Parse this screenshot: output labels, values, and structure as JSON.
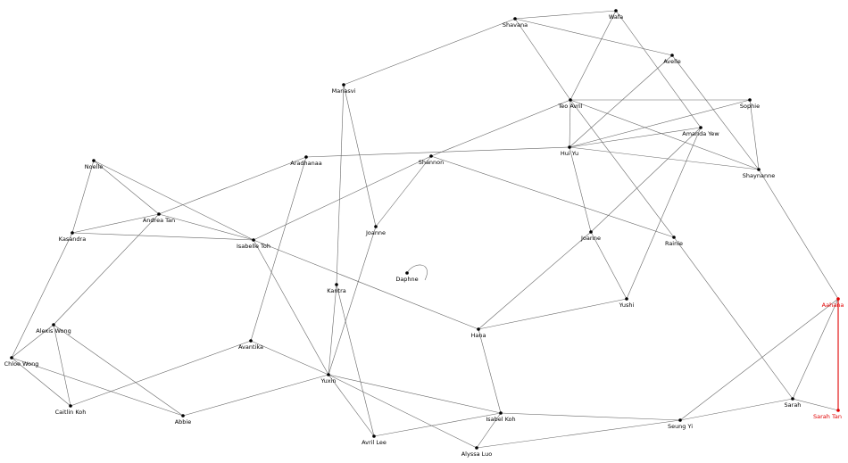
{
  "colors": {
    "default": "#000000",
    "edge": "#666666",
    "highlight": "#e00000"
  },
  "nodes": [
    {
      "id": "wafa",
      "label": "Wafa"
    },
    {
      "id": "shavana",
      "label": "Shavana"
    },
    {
      "id": "avelle",
      "label": "Avelle"
    },
    {
      "id": "manasvi",
      "label": "Manasvi"
    },
    {
      "id": "teo_avril",
      "label": "Teo Avril"
    },
    {
      "id": "sophie",
      "label": "Sophie"
    },
    {
      "id": "amanda_yew",
      "label": "Amanda Yew"
    },
    {
      "id": "hui_yu",
      "label": "Hui Yu"
    },
    {
      "id": "shaynanne",
      "label": "Shaynanne"
    },
    {
      "id": "aradhanaa",
      "label": "Aradhanaa"
    },
    {
      "id": "shannon",
      "label": "Shannon"
    },
    {
      "id": "noelle",
      "label": "Noelle"
    },
    {
      "id": "andrea_tan",
      "label": "Andrea Tan"
    },
    {
      "id": "kasandra",
      "label": "Kasandra"
    },
    {
      "id": "isabelle_toh",
      "label": "Isabelle Toh"
    },
    {
      "id": "joanne1",
      "label": "Joanne"
    },
    {
      "id": "joanne2",
      "label": "Joanne"
    },
    {
      "id": "rainie",
      "label": "Rainie"
    },
    {
      "id": "daphne",
      "label": "Daphne"
    },
    {
      "id": "kantra",
      "label": "Kantra"
    },
    {
      "id": "yushi",
      "label": "Yushi"
    },
    {
      "id": "aahana",
      "label": "Aahana",
      "highlight": true
    },
    {
      "id": "alexis_wong",
      "label": "Alexis Wong"
    },
    {
      "id": "hana",
      "label": "Hana"
    },
    {
      "id": "avantika",
      "label": "Avantika"
    },
    {
      "id": "chloe_wong",
      "label": "Chloe Wong"
    },
    {
      "id": "yuxin",
      "label": "Yuxin"
    },
    {
      "id": "caitlin_koh",
      "label": "Caitlin Koh"
    },
    {
      "id": "sarah",
      "label": "Sarah"
    },
    {
      "id": "sarah_tan",
      "label": "Sarah Tan",
      "highlight": true
    },
    {
      "id": "isabel_koh",
      "label": "Isabel Koh"
    },
    {
      "id": "abbie",
      "label": "Abbie"
    },
    {
      "id": "seung_yi",
      "label": "Seung Yi"
    },
    {
      "id": "avril_lee",
      "label": "Avril Lee"
    },
    {
      "id": "alyssa_luo",
      "label": "Alyssa Luo"
    }
  ],
  "edges": [
    [
      "wafa",
      "shavana"
    ],
    [
      "wafa",
      "teo_avril"
    ],
    [
      "wafa",
      "amanda_yew"
    ],
    [
      "shavana",
      "avelle"
    ],
    [
      "shavana",
      "manasvi"
    ],
    [
      "shavana",
      "teo_avril"
    ],
    [
      "avelle",
      "hui_yu"
    ],
    [
      "avelle",
      "shaynanne"
    ],
    [
      "manasvi",
      "joanne1"
    ],
    [
      "manasvi",
      "kantra"
    ],
    [
      "teo_avril",
      "sophie"
    ],
    [
      "teo_avril",
      "hui_yu"
    ],
    [
      "teo_avril",
      "rainie"
    ],
    [
      "teo_avril",
      "shaynanne"
    ],
    [
      "teo_avril",
      "shannon"
    ],
    [
      "sophie",
      "hui_yu"
    ],
    [
      "sophie",
      "shaynanne"
    ],
    [
      "amanda_yew",
      "hui_yu"
    ],
    [
      "amanda_yew",
      "joanne2"
    ],
    [
      "amanda_yew",
      "yushi"
    ],
    [
      "hui_yu",
      "shaynanne"
    ],
    [
      "hui_yu",
      "aradhanaa"
    ],
    [
      "hui_yu",
      "joanne2"
    ],
    [
      "shaynanne",
      "aahana"
    ],
    [
      "aradhanaa",
      "andrea_tan"
    ],
    [
      "aradhanaa",
      "avantika"
    ],
    [
      "shannon",
      "isabelle_toh"
    ],
    [
      "shannon",
      "joanne1"
    ],
    [
      "shannon",
      "rainie"
    ],
    [
      "noelle",
      "andrea_tan"
    ],
    [
      "noelle",
      "kasandra"
    ],
    [
      "noelle",
      "isabelle_toh"
    ],
    [
      "andrea_tan",
      "kasandra"
    ],
    [
      "andrea_tan",
      "isabelle_toh"
    ],
    [
      "andrea_tan",
      "alexis_wong"
    ],
    [
      "kasandra",
      "isabelle_toh"
    ],
    [
      "kasandra",
      "chloe_wong"
    ],
    [
      "isabelle_toh",
      "hana"
    ],
    [
      "isabelle_toh",
      "yuxin"
    ],
    [
      "joanne1",
      "yuxin"
    ],
    [
      "joanne2",
      "hana"
    ],
    [
      "joanne2",
      "yushi"
    ],
    [
      "rainie",
      "sarah"
    ],
    [
      "kantra",
      "yuxin"
    ],
    [
      "kantra",
      "avril_lee"
    ],
    [
      "yushi",
      "hana"
    ],
    [
      "aahana",
      "sarah_tan",
      1
    ],
    [
      "aahana",
      "sarah"
    ],
    [
      "aahana",
      "seung_yi"
    ],
    [
      "alexis_wong",
      "chloe_wong"
    ],
    [
      "alexis_wong",
      "caitlin_koh"
    ],
    [
      "alexis_wong",
      "abbie"
    ],
    [
      "hana",
      "isabel_koh"
    ],
    [
      "avantika",
      "yuxin"
    ],
    [
      "avantika",
      "caitlin_koh"
    ],
    [
      "chloe_wong",
      "caitlin_koh"
    ],
    [
      "chloe_wong",
      "abbie"
    ],
    [
      "yuxin",
      "isabel_koh"
    ],
    [
      "yuxin",
      "avril_lee"
    ],
    [
      "yuxin",
      "alyssa_luo"
    ],
    [
      "yuxin",
      "abbie"
    ],
    [
      "isabel_koh",
      "avril_lee"
    ],
    [
      "isabel_koh",
      "alyssa_luo"
    ],
    [
      "isabel_koh",
      "seung_yi"
    ],
    [
      "sarah",
      "seung_yi"
    ],
    [
      "sarah",
      "sarah_tan"
    ],
    [
      "seung_yi",
      "alyssa_luo"
    ]
  ]
}
